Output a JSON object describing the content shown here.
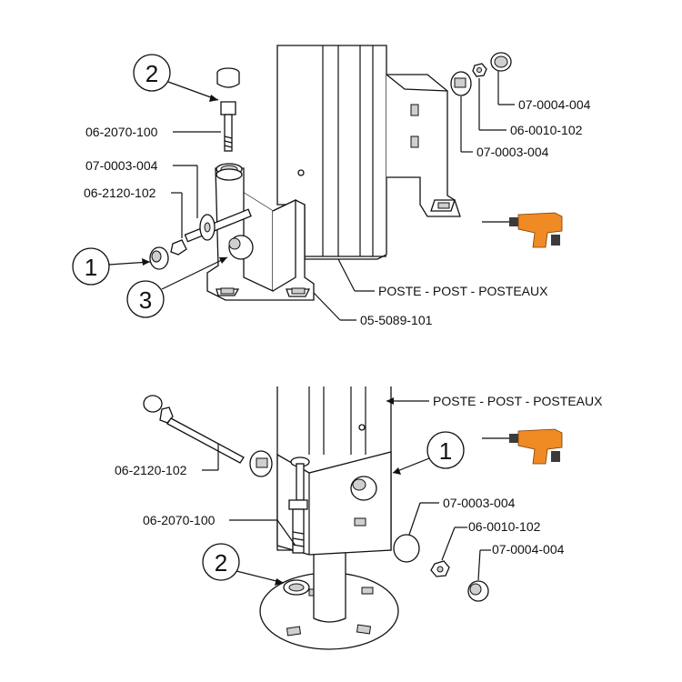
{
  "top": {
    "callouts": [
      {
        "num": "2"
      },
      {
        "num": "1"
      },
      {
        "num": "3"
      }
    ],
    "labels": {
      "bolt": "06-2070-100",
      "washer": "07-0003-004",
      "bolt_long": "06-2120-102",
      "cap_r": "07-0004-004",
      "nut_r": "06-0010-102",
      "washer_r": "07-0003-004",
      "post": "POSTE - POST - POSTEAUX",
      "bracket": "05-5089-101"
    }
  },
  "bottom": {
    "callouts": [
      {
        "num": "1"
      },
      {
        "num": "2"
      }
    ],
    "labels": {
      "post": "POSTE - POST - POSTEAUX",
      "bolt_long": "06-2120-102",
      "bolt": "06-2070-100",
      "washer": "07-0003-004",
      "nut": "06-0010-102",
      "cap": "07-0004-004"
    }
  },
  "colors": {
    "drill_body": "#f08a24",
    "drill_dark": "#3b3b3b",
    "line": "#111111"
  },
  "icons": [
    "drill-icon",
    "drill-icon"
  ]
}
